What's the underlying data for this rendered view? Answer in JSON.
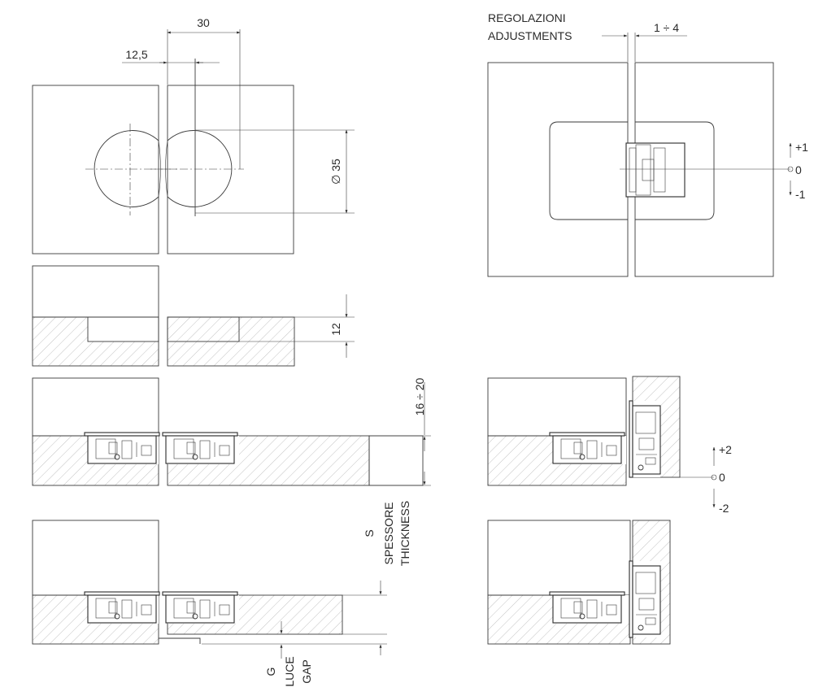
{
  "dimensions": {
    "hinge_spacing": "30",
    "offset": "12,5",
    "cup_diameter": "∅ 35",
    "cup_depth": "12",
    "door_thickness": "16 ÷ 20",
    "adjustment_range": "1 ÷ 4"
  },
  "adjustments": {
    "label_it": "REGOLAZIONI",
    "label_en": "ADJUSTMENTS",
    "lateral_plus": "+1",
    "lateral_zero": "0",
    "lateral_minus": "-1",
    "vertical_plus": "+2",
    "vertical_zero": "0",
    "vertical_minus": "-2"
  },
  "labels": {
    "thickness_symbol": "S",
    "thickness_it": "SPESSORE",
    "thickness_en": "THICKNESS",
    "gap_symbol": "G",
    "gap_it": "LUCE",
    "gap_en": "GAP"
  }
}
